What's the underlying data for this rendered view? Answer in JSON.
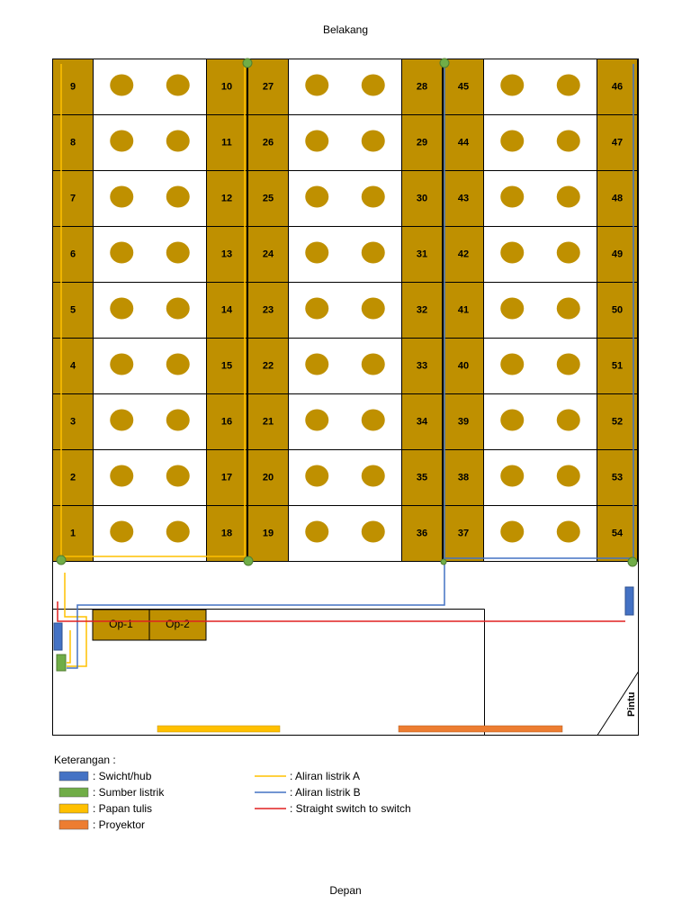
{
  "labels": {
    "back": "Belakang",
    "front": "Depan",
    "door": "Pintu"
  },
  "colors": {
    "seat": "#bf9000",
    "switch": "#4472c4",
    "power": "#70ad47",
    "whiteboard": "#ffc000",
    "projector": "#ed7d31",
    "line_a": "#ffc000",
    "line_b": "#4472c4",
    "line_red": "#e02020"
  },
  "seat_columns": [
    {
      "numbers": [
        "9",
        "8",
        "7",
        "6",
        "5",
        "4",
        "3",
        "2",
        "1"
      ]
    },
    {
      "numbers": [
        "10",
        "11",
        "12",
        "13",
        "14",
        "15",
        "16",
        "17",
        "18"
      ]
    },
    {
      "numbers": [
        "27",
        "26",
        "25",
        "24",
        "23",
        "22",
        "21",
        "20",
        "19"
      ]
    },
    {
      "numbers": [
        "28",
        "29",
        "30",
        "31",
        "32",
        "33",
        "34",
        "35",
        "36"
      ]
    },
    {
      "numbers": [
        "45",
        "44",
        "43",
        "42",
        "41",
        "40",
        "39",
        "38",
        "37"
      ]
    },
    {
      "numbers": [
        "46",
        "47",
        "48",
        "49",
        "50",
        "51",
        "52",
        "53",
        "54"
      ]
    }
  ],
  "operator_stations": [
    "Op-1",
    "Op-2"
  ],
  "legend": {
    "title": "Keterangan :",
    "items": [
      {
        "kind": "box",
        "color": "#4472c4",
        "label": ": Swicht/hub"
      },
      {
        "kind": "box",
        "color": "#70ad47",
        "label": ": Sumber listrik"
      },
      {
        "kind": "box",
        "color": "#ffc000",
        "label": ": Papan tulis"
      },
      {
        "kind": "box",
        "color": "#ed7d31",
        "label": ": Proyektor"
      },
      {
        "kind": "line",
        "color": "#ffc000",
        "label": ": Aliran listrik A"
      },
      {
        "kind": "line",
        "color": "#4472c4",
        "label": ": Aliran listrik B"
      },
      {
        "kind": "line",
        "color": "#e02020",
        "label": ": Straight switch to switch"
      }
    ]
  }
}
